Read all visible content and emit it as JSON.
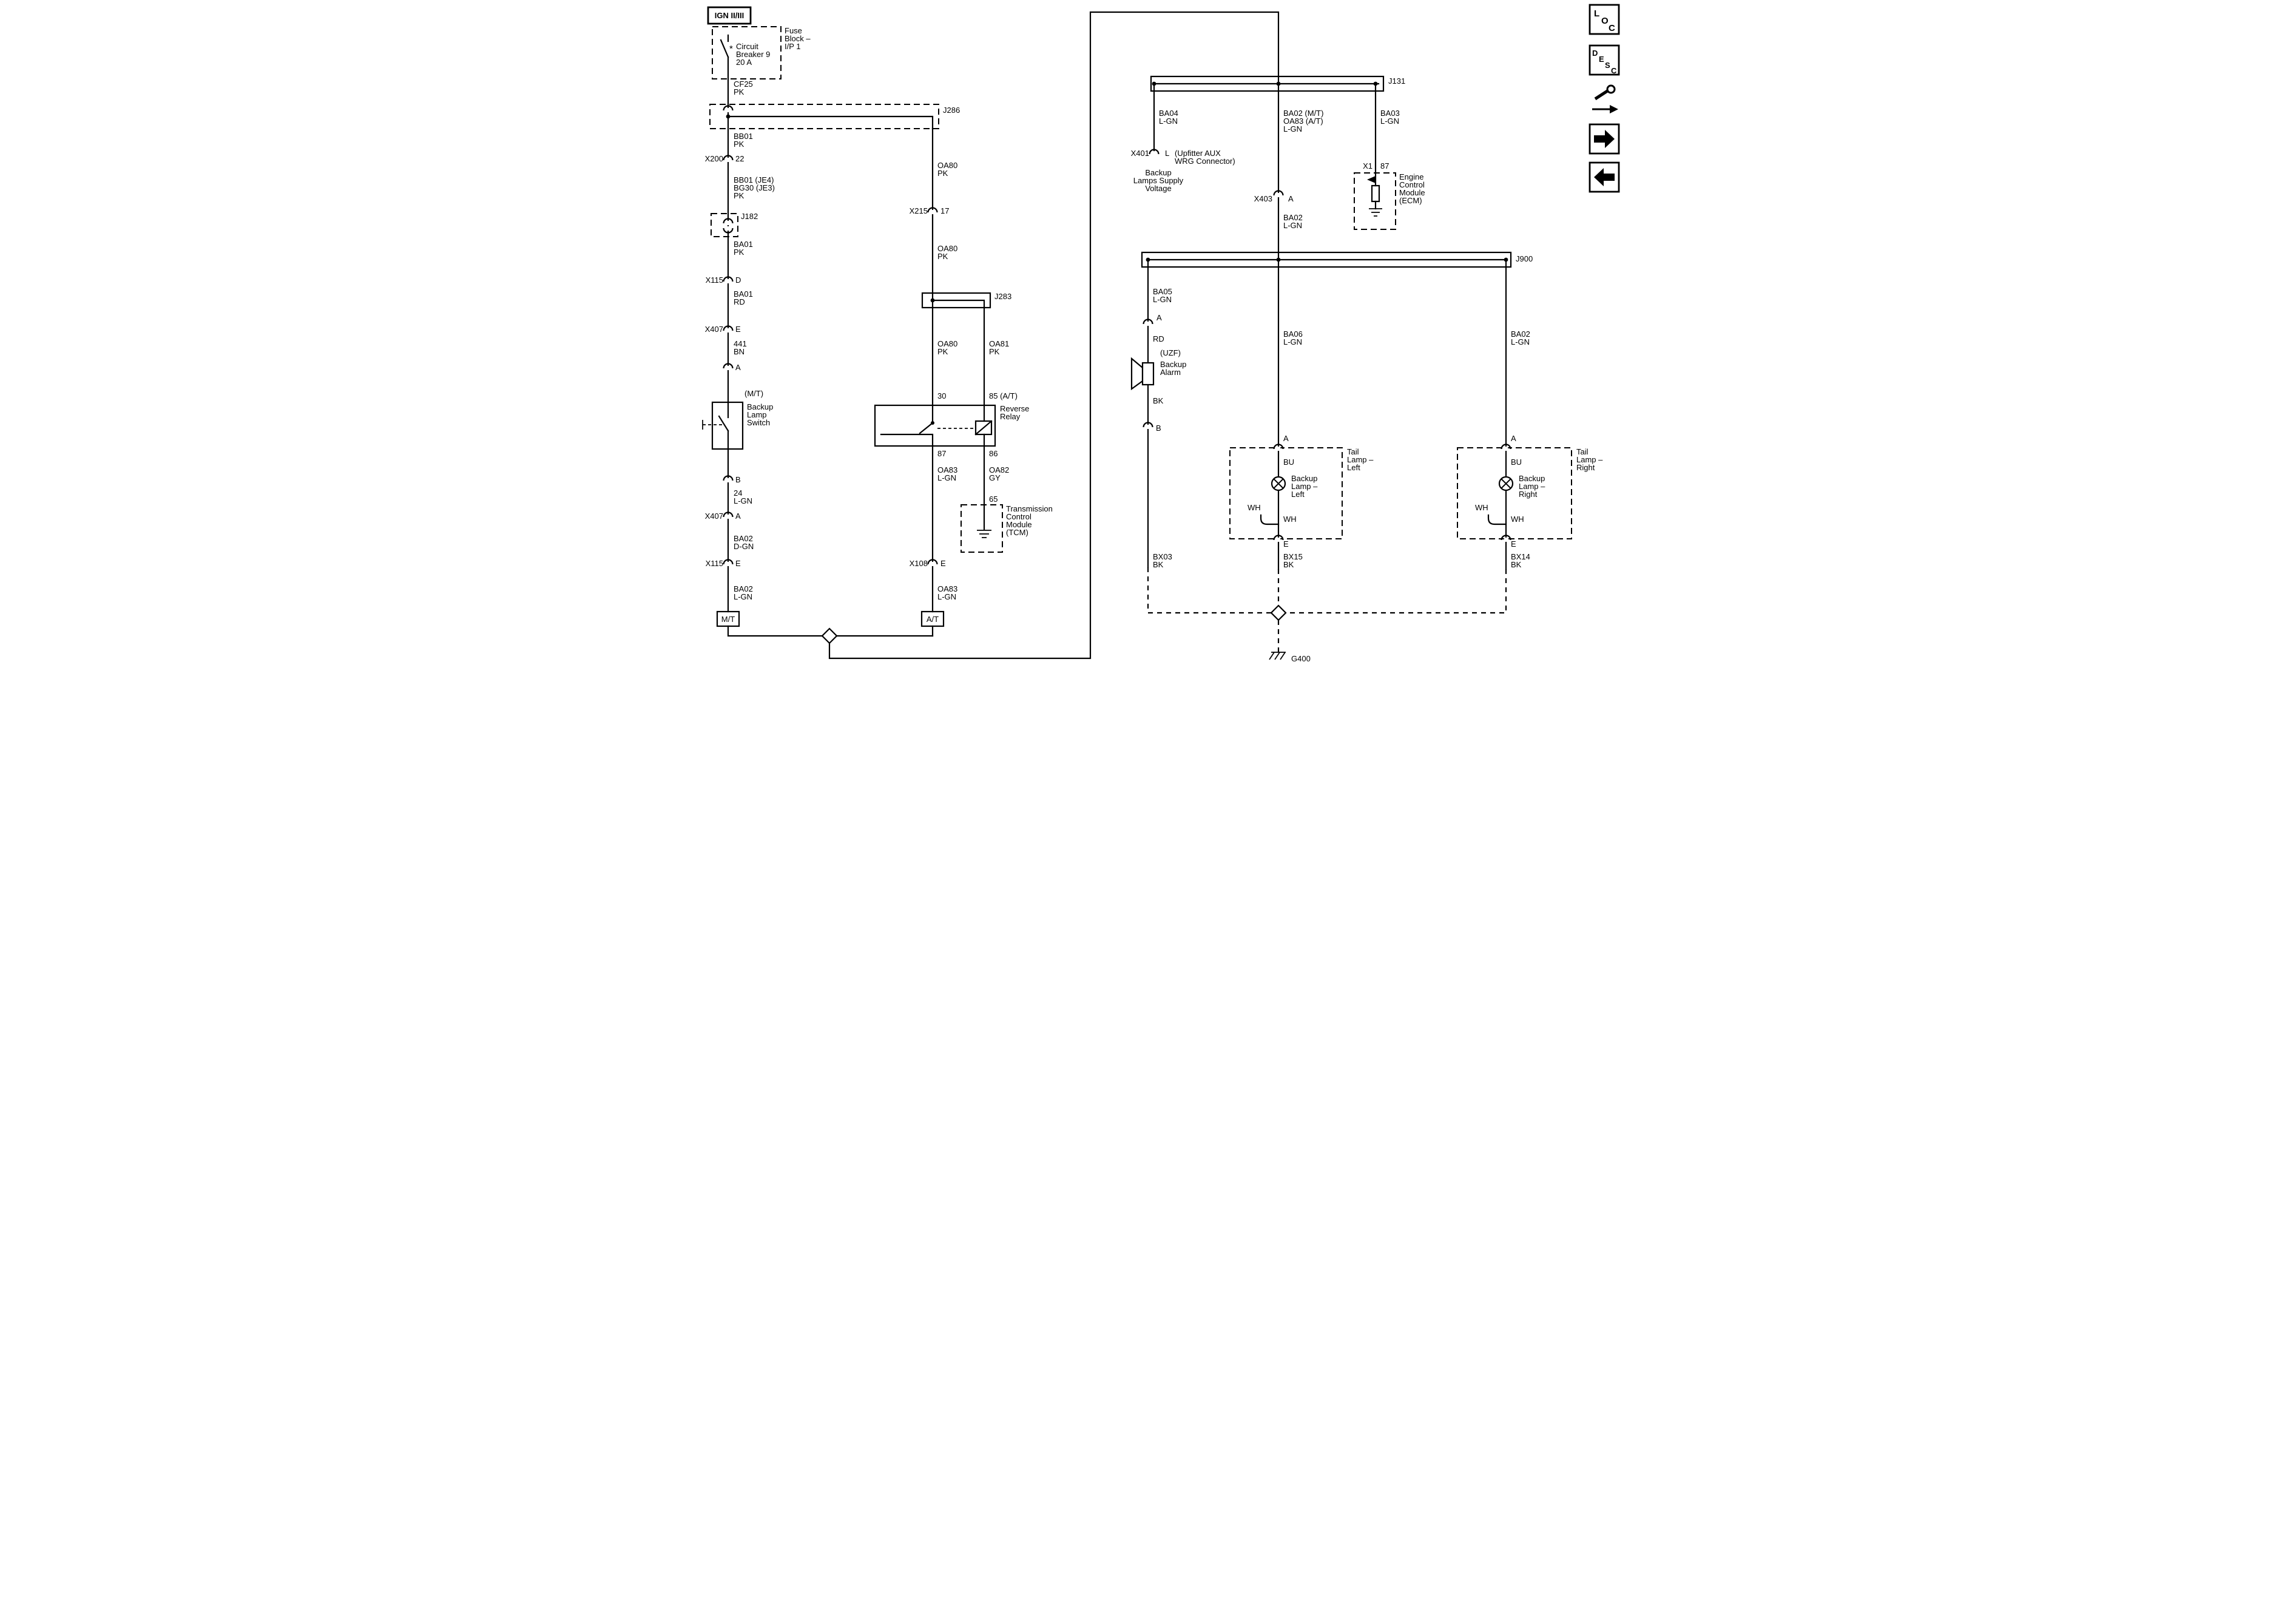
{
  "corner": {
    "loc": {
      "l1": "L",
      "l2": "O",
      "l3": "C"
    },
    "desc": {
      "l1": "D",
      "l2": "E",
      "l3": "S",
      "l4": "C"
    }
  },
  "left": {
    "ign": "IGN II/III",
    "fuse_1": "Fuse",
    "fuse_2": "Block –",
    "fuse_3": "I/P 1",
    "star": "*",
    "breaker_1": "Circuit",
    "breaker_2": "Breaker 9",
    "breaker_3": "20 A",
    "cf25_1": "CF25",
    "cf25_2": "PK",
    "j286": "J286",
    "bb01_1": "BB01",
    "bb01_2": "PK",
    "x200": "X200",
    "x200_pin": "22",
    "bb01je_1": "BB01 (JE4)",
    "bb01je_2": "BG30 (JE3)",
    "bb01je_3": "PK",
    "j182": "J182",
    "ba01pk_1": "BA01",
    "ba01pk_2": "PK",
    "x115": "X115",
    "x115_pin": "D",
    "ba01rd_1": "BA01",
    "ba01rd_2": "RD",
    "x407": "X407",
    "x407_pin": "E",
    "w441_1": "441",
    "w441_2": "BN",
    "pin_a": "A",
    "mt_note": "(M/T)",
    "switch_1": "Backup",
    "switch_2": "Lamp",
    "switch_3": "Switch",
    "pin_b": "B",
    "w24_1": "24",
    "w24_2": "L-GN",
    "x407b": "X407",
    "x407b_pin": "A",
    "ba02dgn_1": "BA02",
    "ba02dgn_2": "D-GN",
    "x115b": "X115",
    "x115b_pin": "E",
    "ba02lgn_1": "BA02",
    "ba02lgn_2": "L-GN",
    "mt_box": "M/T"
  },
  "center": {
    "oa80a_1": "OA80",
    "oa80a_2": "PK",
    "x215": "X215",
    "x215_pin": "17",
    "oa80b_1": "OA80",
    "oa80b_2": "PK",
    "j283": "J283",
    "oa80c_1": "OA80",
    "oa80c_2": "PK",
    "oa81_1": "OA81",
    "oa81_2": "PK",
    "pin30": "30",
    "pin85": "85 (A/T)",
    "relay_1": "Reverse",
    "relay_2": "Relay",
    "pin87": "87",
    "pin86": "86",
    "oa83_1": "OA83",
    "oa83_2": "L-GN",
    "oa82_1": "OA82",
    "oa82_2": "GY",
    "pin65": "65",
    "tcm_1": "Transmission",
    "tcm_2": "Control",
    "tcm_3": "Module",
    "tcm_4": "(TCM)",
    "x108": "X108",
    "x108_pin": "E",
    "oa83b_1": "OA83",
    "oa83b_2": "L-GN",
    "at_box": "A/T"
  },
  "right": {
    "j131": "J131",
    "ba04_1": "BA04",
    "ba04_2": "L-GN",
    "bamid_1": "BA02 (M/T)",
    "bamid_2": "OA83 (A/T)",
    "bamid_3": "L-GN",
    "ba03_1": "BA03",
    "ba03_2": "L-GN",
    "x401": "X401",
    "x401_pin": "L",
    "x401_d1": "(Upfitter AUX",
    "x401_d2": "WRG Connector)",
    "supply_1": "Backup",
    "supply_2": "Lamps Supply",
    "supply_3": "Voltage",
    "x403": "X403",
    "x403_pin": "A",
    "ba02c_1": "BA02",
    "ba02c_2": "L-GN",
    "x1": "X1",
    "x1_pin": "87",
    "ecm_1": "Engine",
    "ecm_2": "Control",
    "ecm_3": "Module",
    "ecm_4": "(ECM)",
    "j900": "J900",
    "ba05_1": "BA05",
    "ba05_2": "L-GN",
    "alarm_pin_a": "A",
    "rd": "RD",
    "uzf": "(UZF)",
    "alarm_1": "Backup",
    "alarm_2": "Alarm",
    "bk": "BK",
    "alarm_pin_b": "B",
    "bx03_1": "BX03",
    "bx03_2": "BK",
    "ba06_1": "BA06",
    "ba06_2": "L-GN",
    "lampL_pin_a": "A",
    "tailL_1": "Tail",
    "tailL_2": "Lamp –",
    "tailL_3": "Left",
    "lampL_bu": "BU",
    "lampL_1": "Backup",
    "lampL_2": "Lamp –",
    "lampL_3": "Left",
    "lampL_wh1": "WH",
    "lampL_wh2": "WH",
    "lampL_pin_e": "E",
    "bx15_1": "BX15",
    "bx15_2": "BK",
    "ba02r_1": "BA02",
    "ba02r_2": "L-GN",
    "lampR_pin_a": "A",
    "tailR_1": "Tail",
    "tailR_2": "Lamp –",
    "tailR_3": "Right",
    "lampR_bu": "BU",
    "lampR_1": "Backup",
    "lampR_2": "Lamp –",
    "lampR_3": "Right",
    "lampR_wh1": "WH",
    "lampR_wh2": "WH",
    "lampR_pin_e": "E",
    "bx14_1": "BX14",
    "bx14_2": "BK",
    "g400": "G400"
  }
}
